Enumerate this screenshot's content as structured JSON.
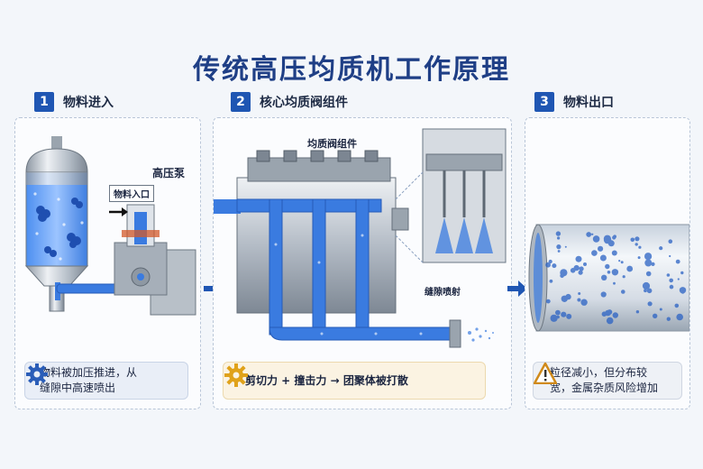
{
  "title": "传统高压均质机工作原理",
  "steps": [
    {
      "num": "1",
      "label": "物料进入"
    },
    {
      "num": "2",
      "label": "核心均质阀组件"
    },
    {
      "num": "3",
      "label": "物料出口"
    }
  ],
  "panel1": {
    "inlet_label": "物料入口",
    "pump_label": "高压泵",
    "info": "物料被加压推进，从缝隙中高速喷出"
  },
  "panel2": {
    "valve_label": "均质阀组件",
    "gap_label": "缝隙喷射",
    "info": "剪切力 + 撞击力 → 团聚体被打散"
  },
  "panel3": {
    "info": "粒径减小，但分布较宽，金属杂质风险增加"
  },
  "colors": {
    "title": "#1f3f86",
    "step_badge": "#1f56b3",
    "liquid": "#3a7be0",
    "accent_gear": "#2a5db8",
    "accent_sun": "#e0a21a",
    "warning": "#d08a1a"
  }
}
